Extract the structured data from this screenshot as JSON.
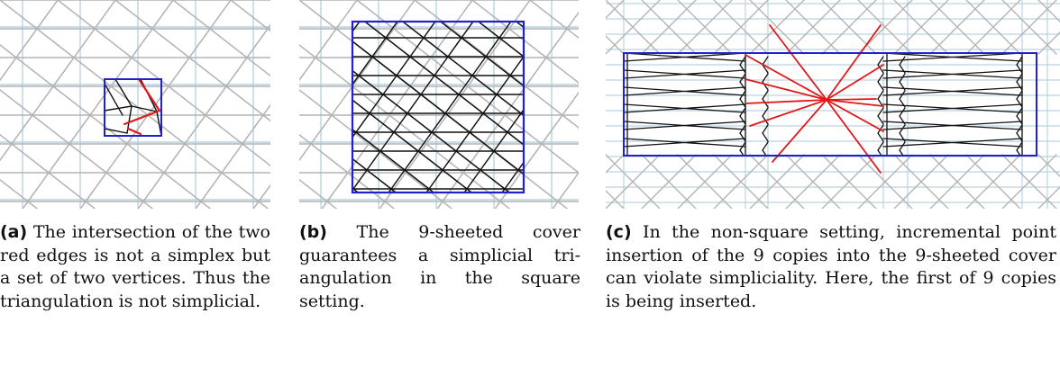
{
  "colors": {
    "background_grid": "#b9d4e2",
    "mesh_gray": "#b4b4b4",
    "mesh_black": "#111111",
    "domain_blue": "#2020cc",
    "red": "#e01818"
  },
  "panels": [
    {
      "tag": "(a)",
      "text": " The intersection of the two red edges is not a sim­plex but a set of two ver­tices. Thus the triangula­tion is not simplicial."
    },
    {
      "tag": "(b)",
      "text": " The 9-sheeted cover guarantees a simplicial tri­angulation in the square setting."
    },
    {
      "tag": "(c)",
      "text": " In the non-square setting, incremental point insertion of the 9 copies into the 9-sheeted cover can violate simpliciality. Here, the first of 9 copies is being inserted."
    }
  ]
}
